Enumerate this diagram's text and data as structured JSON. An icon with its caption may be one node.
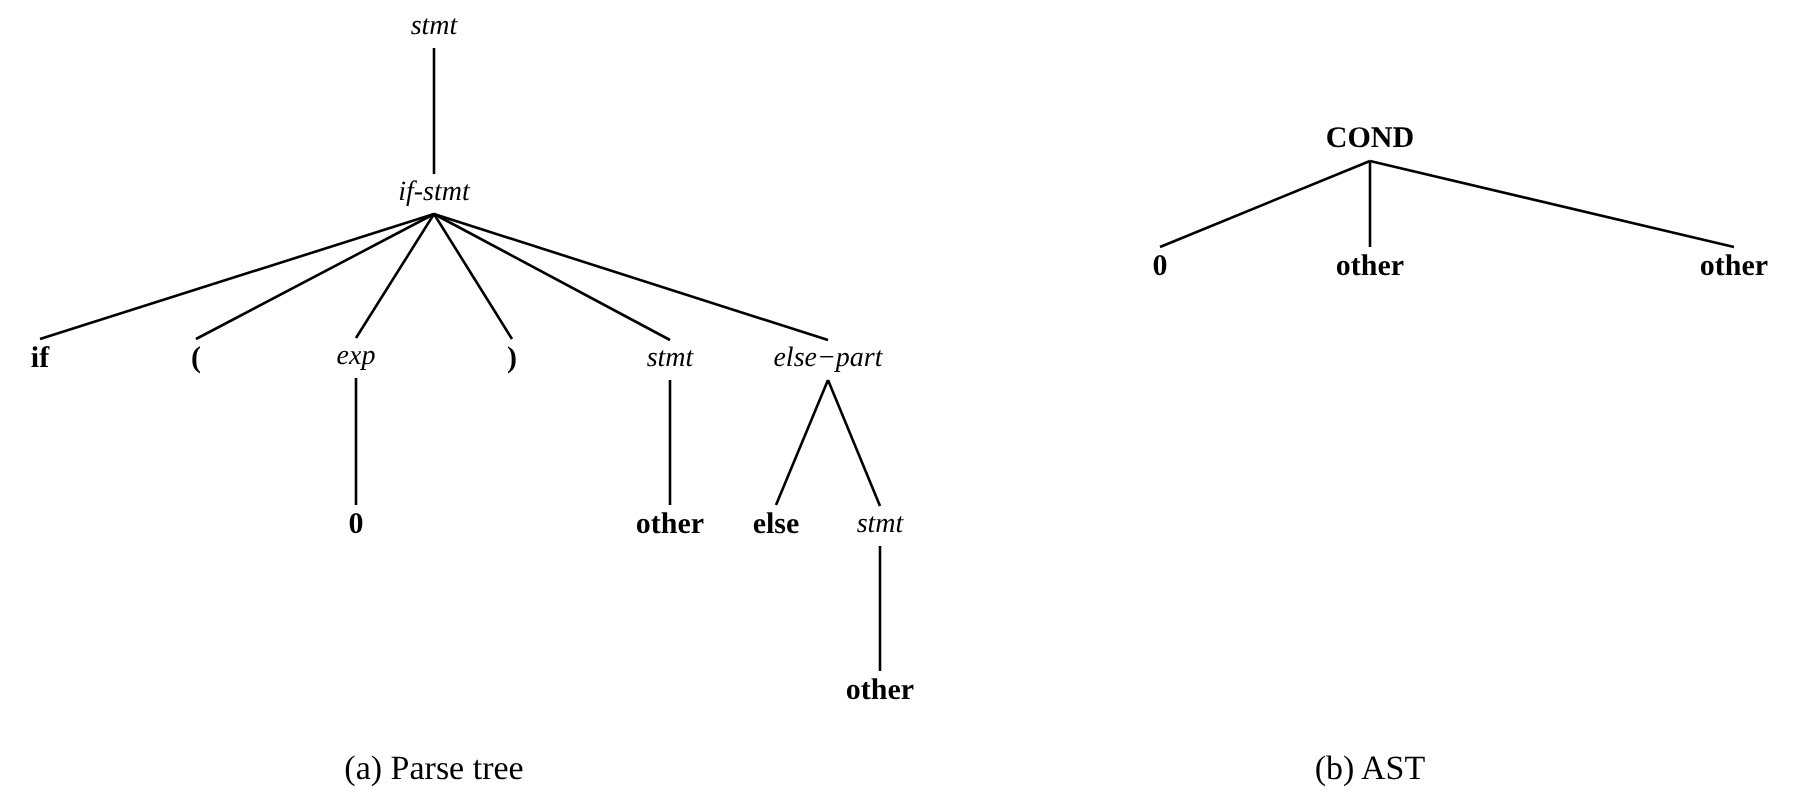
{
  "diagram": {
    "nodes": [
      {
        "text": [
          "stmt"
        ]
      },
      {
        "text": [
          "if-stmt"
        ]
      },
      {
        "text": [
          "if"
        ]
      },
      {
        "text": [
          "("
        ]
      },
      {
        "text": [
          "exp"
        ]
      },
      {
        "text": [
          ")"
        ]
      },
      {
        "text": [
          "stmt"
        ]
      },
      {
        "text": [
          "else−part"
        ]
      },
      {
        "text": [
          "0"
        ]
      },
      {
        "text": [
          "other"
        ]
      },
      {
        "text": [
          "else"
        ]
      },
      {
        "text": [
          "stmt"
        ]
      },
      {
        "text": [
          "other"
        ]
      },
      {
        "text": [
          "COND"
        ]
      },
      {
        "text": [
          "0"
        ]
      },
      {
        "text": [
          "other"
        ]
      },
      {
        "text": [
          "other"
        ]
      }
    ],
    "edges": [
      {
        "from": 0,
        "to": 1,
        "arrow": "none"
      },
      {
        "from": 1,
        "to": 2,
        "arrow": "none"
      },
      {
        "from": 1,
        "to": 3,
        "arrow": "none"
      },
      {
        "from": 1,
        "to": 4,
        "arrow": "none"
      },
      {
        "from": 1,
        "to": 5,
        "arrow": "none"
      },
      {
        "from": 1,
        "to": 6,
        "arrow": "none"
      },
      {
        "from": 1,
        "to": 7,
        "arrow": "none"
      },
      {
        "from": 4,
        "to": 8,
        "arrow": "none"
      },
      {
        "from": 6,
        "to": 9,
        "arrow": "none"
      },
      {
        "from": 7,
        "to": 10,
        "arrow": "none"
      },
      {
        "from": 7,
        "to": 11,
        "arrow": "none"
      },
      {
        "from": 11,
        "to": 12,
        "arrow": "none"
      },
      {
        "from": 13,
        "to": 14,
        "arrow": "none"
      },
      {
        "from": 13,
        "to": 15,
        "arrow": "none"
      },
      {
        "from": 13,
        "to": 16,
        "arrow": "none"
      }
    ],
    "labels": [
      "(a) Parse tree",
      "(b) AST"
    ]
  }
}
